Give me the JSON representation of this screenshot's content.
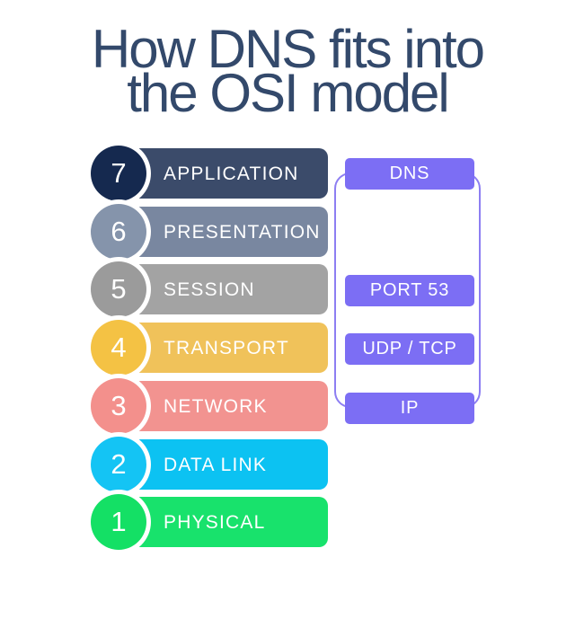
{
  "title": {
    "line1": "How DNS fits into",
    "line2": "the OSI model",
    "color": "#33496b"
  },
  "osi_layers": [
    {
      "number": "7",
      "label": "APPLICATION",
      "circle_color": "#15294f",
      "bar_color": "#3b4b6a"
    },
    {
      "number": "6",
      "label": "PRESENTATION",
      "circle_color": "#8594ab",
      "bar_color": "#7987a0"
    },
    {
      "number": "5",
      "label": "SESSION",
      "circle_color": "#9b9b9b",
      "bar_color": "#a3a3a3"
    },
    {
      "number": "4",
      "label": "TRANSPORT",
      "circle_color": "#f4c244",
      "bar_color": "#f0c25a"
    },
    {
      "number": "3",
      "label": "NETWORK",
      "circle_color": "#f3908c",
      "bar_color": "#f29390"
    },
    {
      "number": "2",
      "label": "DATA LINK",
      "circle_color": "#14c4f4",
      "bar_color": "#0cc2f2"
    },
    {
      "number": "1",
      "label": "PHYSICAL",
      "circle_color": "#14e065",
      "bar_color": "#18e26c"
    }
  ],
  "dns_column": {
    "box_color": "#7c6ef4",
    "bracket_color": "#8d7ef2",
    "boxes": [
      {
        "label": "DNS"
      },
      {
        "label": "PORT 53"
      },
      {
        "label": "UDP / TCP"
      },
      {
        "label": "IP"
      }
    ]
  }
}
